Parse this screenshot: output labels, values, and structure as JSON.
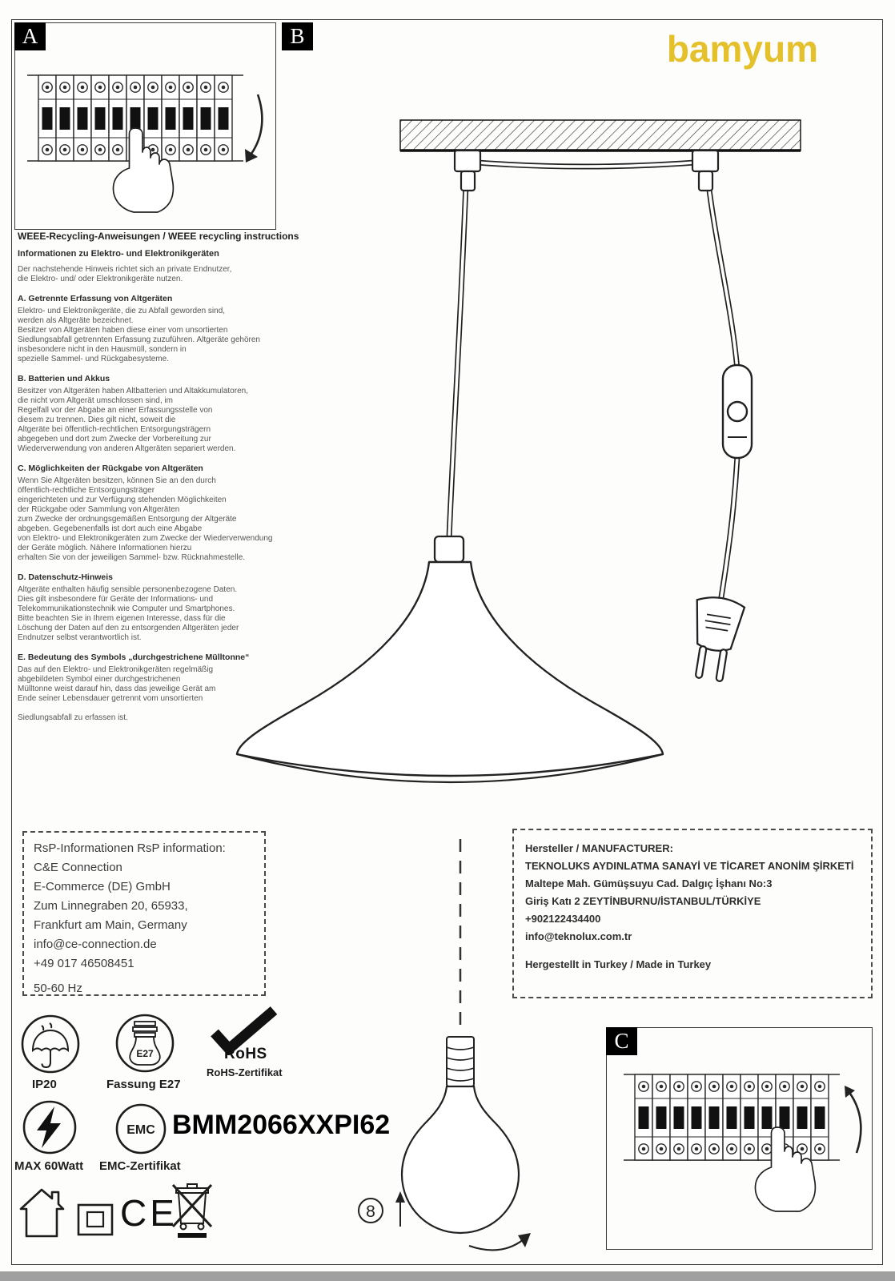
{
  "brand": {
    "logo": "bamyum",
    "color": "#e4c02a"
  },
  "labels": {
    "a": "A",
    "b": "B",
    "c": "C"
  },
  "weee": {
    "title": "WEEE-Recycling-Anweisungen / WEEE recycling instructions",
    "subtitle": "Informationen zu Elektro- und Elektronikgeräten",
    "intro": "Der nachstehende Hinweis richtet sich an private Endnutzer,\n die Elektro- und/ oder Elektronikgeräte nutzen.",
    "sections": [
      {
        "heading": "A. Getrennte Erfassung von Altgeräten",
        "body": "Elektro- und Elektronikgeräte, die zu Abfall geworden sind,\n werden als Altgeräte bezeichnet.\nBesitzer von Altgeräten haben diese einer vom unsortierten\nSiedlungsabfall getrennten Erfassung zuzuführen. Altgeräte gehören\ninsbesondere nicht in den Hausmüll, sondern in\nspezielle Sammel- und Rückgabesysteme."
      },
      {
        "heading": "B. Batterien und Akkus",
        "body": "Besitzer von Altgeräten haben Altbatterien und Altakkumulatoren,\n die nicht vom Altgerät umschlossen sind, im\nRegelfall vor der Abgabe an einer Erfassungsstelle von\ndiesem zu trennen. Dies gilt nicht, soweit die\nAltgeräte bei öffentlich-rechtlichen Entsorgungsträgern\nabgegeben und dort zum Zwecke der Vorbereitung zur\nWiederverwendung von anderen Altgeräten separiert werden."
      },
      {
        "heading": "C. Möglichkeiten der Rückgabe von Altgeräten",
        "body": "Wenn Sie Altgeräten besitzen, können Sie an den durch\nöffentlich-rechtliche Entsorgungsträger\neingerichteten und zur Verfügung stehenden Möglichkeiten\nder Rückgabe oder Sammlung von Altgeräten\n zum Zwecke der ordnungsgemäßen Entsorgung der Altgeräte\nabgeben. Gegebenenfalls ist dort auch eine Abgabe\n von Elektro- und Elektronikgeräten zum Zwecke der Wiederverwendung\nder Geräte möglich. Nähere Informationen hierzu\nerhalten Sie von der jeweiligen Sammel- bzw. Rücknahmestelle."
      },
      {
        "heading": "D. Datenschutz-Hinweis",
        "body": "Altgeräte enthalten häufig sensible personenbezogene Daten.\nDies gilt insbesondere für Geräte der Informations- und\nTelekommunikationstechnik wie Computer und Smartphones.\n Bitte beachten Sie in Ihrem eigenen Interesse, dass für die\nLöschung der Daten auf den zu entsorgenden Altgeräten jeder\nEndnutzer selbst verantwortlich ist."
      },
      {
        "heading": "E. Bedeutung des Symbols „durchgestrichene Mülltonne“",
        "body": "Das auf den Elektro- und Elektronikgeräten regelmäßig\n abgebildeten Symbol einer durchgestrichenen\nMülltonne weist darauf hin, dass das jeweilige Gerät am\nEnde seiner Lebensdauer getrennt vom unsortierten"
      }
    ],
    "footer": "Siedlungsabfall zu erfassen ist."
  },
  "rsp": {
    "lines": [
      "RsP-Informationen RsP information:",
      "C&E Connection",
      "E-Commerce (DE) GmbH",
      "Zum Linnegraben 20, 65933,",
      "Frankfurt am Main, Germany",
      "info@ce-connection.de",
      "+49 017 46508451",
      "50-60 Hz"
    ]
  },
  "manufacturer": {
    "lines": [
      "Hersteller / MANUFACTURER:",
      "TEKNOLUKS AYDINLATMA SANAYİ VE TİCARET ANONİM ŞİRKETİ",
      "Maltepe Mah. Gümüşsuyu Cad. Dalgıç İşhanı No:3",
      "Giriş Katı 2 ZEYTİNBURNU/İSTANBUL/TÜRKİYE",
      "+902122434400",
      "info@teknolux.com.tr"
    ],
    "made_in": "Hergestellt in Turkey / Made in Turkey"
  },
  "certs": {
    "ip20": "IP20",
    "fassung_label": "Fassung E27",
    "e27": "E27",
    "rohs": "RoHS",
    "rohs_cert": "RoHS-Zertifikat",
    "max_watt": "MAX 60Watt",
    "emc": "EMC",
    "emc_cert": "EMC-Zertifikat",
    "product_code": "BMM2066XXPI62",
    "ce": "CE"
  },
  "steps": {
    "bulb_step": "8"
  },
  "icons": {
    "ip-umbrella-icon": "svg-umbrella-raindrops",
    "e27-socket-icon": "svg-light-bulb",
    "rohs-check-icon": "svg-checkmark",
    "max-watt-icon": "svg-lightning-bolt",
    "emc-icon": "circle-EMC-text",
    "house-icon": "svg-house-outline",
    "double-insulation-icon": "svg-square-in-square",
    "weee-bin-icon": "svg-crossed-out-wheelie-bin",
    "step-up-arrow-icon": "svg-arrow-up",
    "rotate-arrow-icon": "svg-curved-arrow"
  }
}
